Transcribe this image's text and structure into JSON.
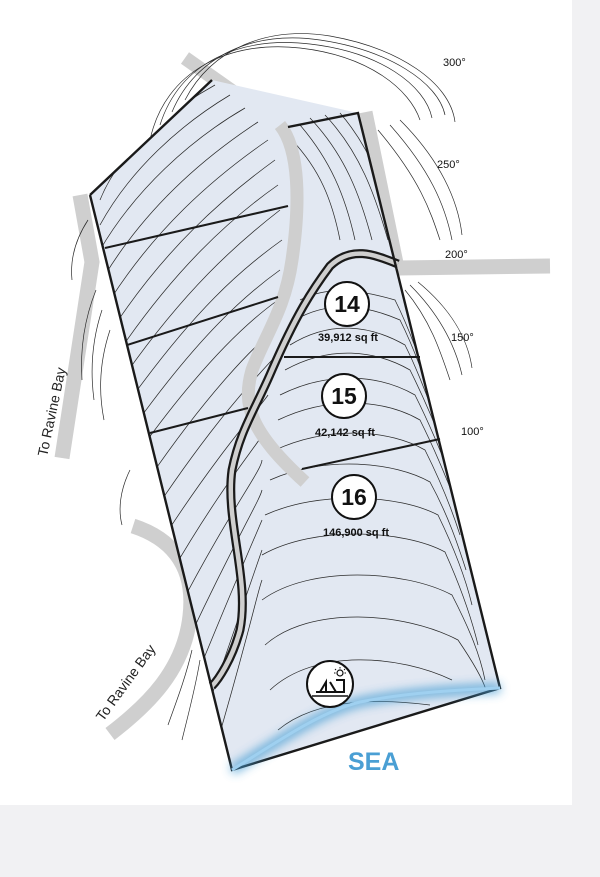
{
  "elevations": [
    "300°",
    "250°",
    "200°",
    "150°",
    "100°"
  ],
  "lots": [
    {
      "number": "14",
      "area": "39,912 sq ft"
    },
    {
      "number": "15",
      "area": "42,142 sq ft"
    },
    {
      "number": "16",
      "area": "146,900 sq ft"
    }
  ],
  "road_labels": [
    "To Ravine Bay",
    "To Ravine Bay"
  ],
  "sea_label": "SEA",
  "colors": {
    "parcel_fill": "#e2e8f2",
    "road": "#cfcfcf",
    "sea": "#4a9fd4",
    "lines": "#1a1a1a"
  },
  "icons": [
    "beach-access-icon"
  ]
}
